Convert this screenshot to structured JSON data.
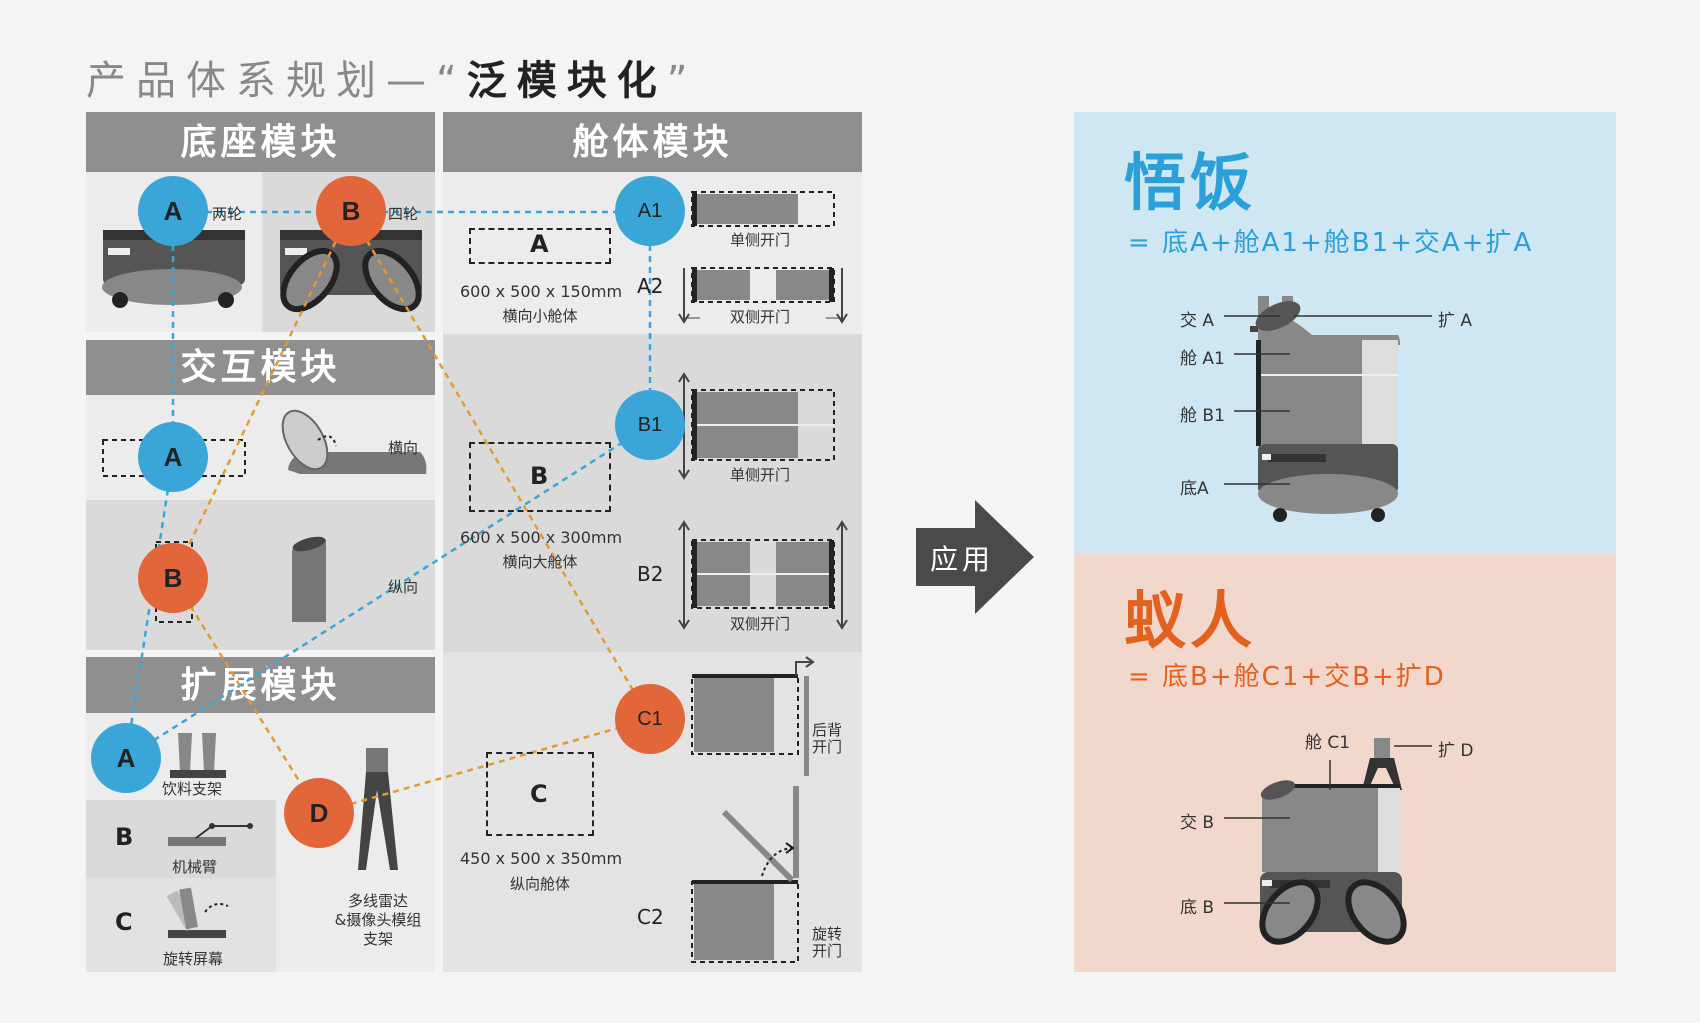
{
  "title": {
    "prefix": "产品体系规划—“",
    "highlight": "泛模块化",
    "suffix": "”"
  },
  "sections": {
    "base": "底座模块",
    "cabin": "舱体模块",
    "interaction": "交互模块",
    "extension": "扩展模块"
  },
  "base": {
    "a_circle": "A",
    "a_label": "两轮",
    "b_circle": "B",
    "b_label": "四轮"
  },
  "interaction": {
    "a_circle": "A",
    "a_label": "横向",
    "b_circle": "B",
    "b_label": "纵向"
  },
  "extension": {
    "a_circle": "A",
    "a_label": "饮料支架",
    "b_letter": "B",
    "b_label": "机械臂",
    "c_letter": "C",
    "c_label": "旋转屏幕",
    "d_circle": "D",
    "d_label": "多线雷达\n&摄像头模组\n支架"
  },
  "cabin": {
    "a_box": "A",
    "a_size": "600 x 500 x 150mm",
    "a_name": "横向小舱体",
    "b_box": "B",
    "b_size": "600 x 500 x 300mm",
    "b_name": "横向大舱体",
    "c_box": "C",
    "c_size": "450 x 500 x 350mm",
    "c_name": "纵向舱体",
    "a1": "A1",
    "a1_door": "单侧开门",
    "a2": "A2",
    "a2_door": "双侧开门",
    "b1": "B1",
    "b1_door": "单侧开门",
    "b2": "B2",
    "b2_door": "双侧开门",
    "c1": "C1",
    "c1_door": "后背\n开门",
    "c2": "C2",
    "c2_door": "旋转\n开门"
  },
  "apply": "应用",
  "product1": {
    "name": "悟饭",
    "formula": "=  底A+舱A1+舱B1+交A+扩A",
    "callouts": {
      "jiao": "交 A",
      "cang_a1": "舱 A1",
      "cang_b1": "舱 B1",
      "di": "底A",
      "kuo": "扩 A"
    }
  },
  "product2": {
    "name": "蚁人",
    "formula": "=  底B+舱C1+交B+扩D",
    "callouts": {
      "cang": "舱 C1",
      "kuo": "扩 D",
      "jiao": "交 B",
      "di": "底 B"
    }
  },
  "colors": {
    "blue": "#3aa6d8",
    "orange": "#e3663a",
    "product1_text": "#2a9fd8",
    "product2_text": "#e2611f",
    "product1_bg": "#cfe7f2",
    "product2_bg": "#f2d8cc",
    "header": "#8f8f8f"
  }
}
